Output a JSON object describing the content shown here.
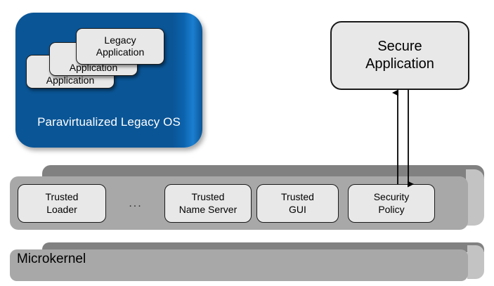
{
  "diagram": {
    "title": "Microkernel-based secure system architecture",
    "colors": {
      "legacy_os_blue": "#0a5596",
      "box_fill": "#e8e8e8",
      "box_stroke": "#1a1a1a",
      "slab_front": "#a8a8a8",
      "slab_top": "#818181",
      "slab_side": "#c3c3c3",
      "background": "#ffffff"
    }
  },
  "legacy_vm": {
    "label": "Paravirtualized Legacy OS",
    "applications": [
      {
        "line1": "Application",
        "line2": ""
      },
      {
        "line1": "Application",
        "line2": ""
      },
      {
        "line1": "Legacy",
        "line2": "Application"
      }
    ]
  },
  "secure_app": {
    "line1": "Secure",
    "line2": "Application"
  },
  "trusted_layer": {
    "services": [
      {
        "line1": "Trusted",
        "line2": "Loader"
      },
      {
        "line1": "Trusted",
        "line2": "Name Server"
      },
      {
        "line1": "Trusted",
        "line2": "GUI"
      },
      {
        "line1": "Security",
        "line2": "Policy"
      }
    ],
    "ellipsis": "..."
  },
  "kernel": {
    "label": "Microkernel"
  },
  "connections": [
    {
      "name": "security-policy-to-secure-app",
      "direction": "up"
    },
    {
      "name": "secure-app-to-security-policy",
      "direction": "down"
    }
  ]
}
